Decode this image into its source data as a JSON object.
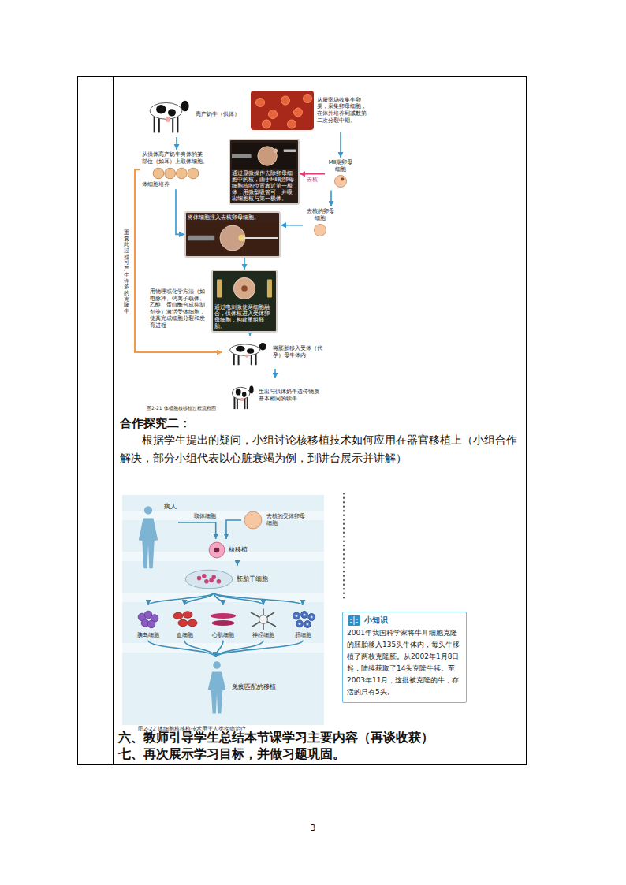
{
  "diagram": {
    "nodes": [
      {
        "text": [
          "高产奶牛（供体）"
        ]
      },
      {
        "text": [
          "从供体高产奶牛身体的某一部位（如耳）上取体细胞。",
          "体细胞培养"
        ]
      },
      {
        "text": [
          "从屠宰场收集牛卵巢，采集卵母细胞，在体外培养到减数第二次分裂中期。"
        ]
      },
      {
        "text": [
          "通过显微操作去除卵母细胞中的核，由于MⅡ期卵母细胞核的位置靠近第一极体，用微型吸管可一并吸出细胞核与第一极体。"
        ]
      },
      {
        "text": [
          "MⅡ期卵母细胞"
        ]
      },
      {
        "text": [
          "去核的卵母细胞"
        ]
      },
      {
        "text": [
          "将体细胞注入去核卵母细胞。"
        ]
      },
      {
        "text": [
          "通过电刺激使两细胞融合，供体核进入受体卵母细胞，构建重组胚胎。"
        ]
      },
      {
        "text": [
          "将胚胎移入受体（代孕）母牛体内"
        ]
      },
      {
        "text": [
          "生出与供体奶牛遗传物质基本相同的犊牛"
        ]
      },
      {
        "text": [
          "病人"
        ]
      },
      {
        "text": [
          "去核的受体卵母细胞"
        ]
      },
      {
        "text": [
          "核移植"
        ]
      },
      {
        "text": [
          "胚胎干细胞"
        ]
      },
      {
        "text": [
          "胰岛细胞"
        ]
      },
      {
        "text": [
          "血细胞"
        ]
      },
      {
        "text": [
          "心肌细胞"
        ]
      },
      {
        "text": [
          "神经细胞"
        ]
      },
      {
        "text": [
          "肝细胞"
        ]
      },
      {
        "text": [
          "免疫匹配的移植"
        ]
      },
      {
        "text": [
          "小知识",
          "2001年我国科学家将牛耳细胞克隆的胚胎移入135头牛体内，每头牛移植了两枚克隆胚。从2002年1月8日起，陆续获取了14头克隆牛犊。至2003年11月，这批被克隆的牛，存活的只有5头。"
        ]
      }
    ],
    "edges": [
      {
        "from": 0,
        "to": 1,
        "arrow": "to"
      },
      {
        "from": 2,
        "to": 4,
        "arrow": "to"
      },
      {
        "from": 4,
        "to": 5,
        "arrow": "to"
      },
      {
        "from": 4,
        "to": 3,
        "label": "去核",
        "arrow": "to"
      },
      {
        "from": 5,
        "to": 6,
        "arrow": "to"
      },
      {
        "from": 1,
        "to": 6,
        "arrow": "to"
      },
      {
        "from": 6,
        "to": 7,
        "arrow": "to"
      },
      {
        "from": 7,
        "to": 8,
        "arrow": "to"
      },
      {
        "from": 8,
        "to": 9,
        "arrow": "to"
      },
      {
        "from": 1,
        "to": 8,
        "arrow": "to"
      },
      {
        "from": 10,
        "to": 12,
        "label": "取体细胞",
        "arrow": "to"
      },
      {
        "from": 11,
        "to": 12,
        "arrow": "to"
      },
      {
        "from": 12,
        "to": 13,
        "arrow": "to"
      },
      {
        "from": 13,
        "to": 14,
        "arrow": "to"
      },
      {
        "from": 13,
        "to": 15,
        "arrow": "to"
      },
      {
        "from": 13,
        "to": 16,
        "arrow": "to"
      },
      {
        "from": 13,
        "to": 17,
        "arrow": "to"
      },
      {
        "from": 13,
        "to": 18,
        "arrow": "to"
      },
      {
        "from": 14,
        "to": 19,
        "arrow": "to"
      },
      {
        "from": 15,
        "to": 19,
        "arrow": "to"
      },
      {
        "from": 16,
        "to": 19,
        "arrow": "to"
      },
      {
        "from": 17,
        "to": 19,
        "arrow": "to"
      },
      {
        "from": 18,
        "to": 19,
        "arrow": "to"
      }
    ],
    "labels": [
      "用物理或化学方法（如电脉冲、钙离子载体、乙醇、蛋白酶合成抑制剂等）激活受体细胞，使其完成细胞分裂和发育进程",
      "重复此过程可产生许多的克隆牛",
      "图2-21  体细胞核移植过程流程图",
      "合作探究二：",
      "根据学生提出的疑问，小组讨论核移植技术如何应用在器官移植上（小组合作解决，部分小组代表以心脏衰竭为例，到讲台展示并讲解）",
      "图2-22  体细胞核移植技术用于人类疾病治疗",
      "六、教师引导学生总结本节课学习主要内容（再谈收获）",
      "七、再次展示学习目标，并做习题巩固。",
      "3"
    ]
  }
}
